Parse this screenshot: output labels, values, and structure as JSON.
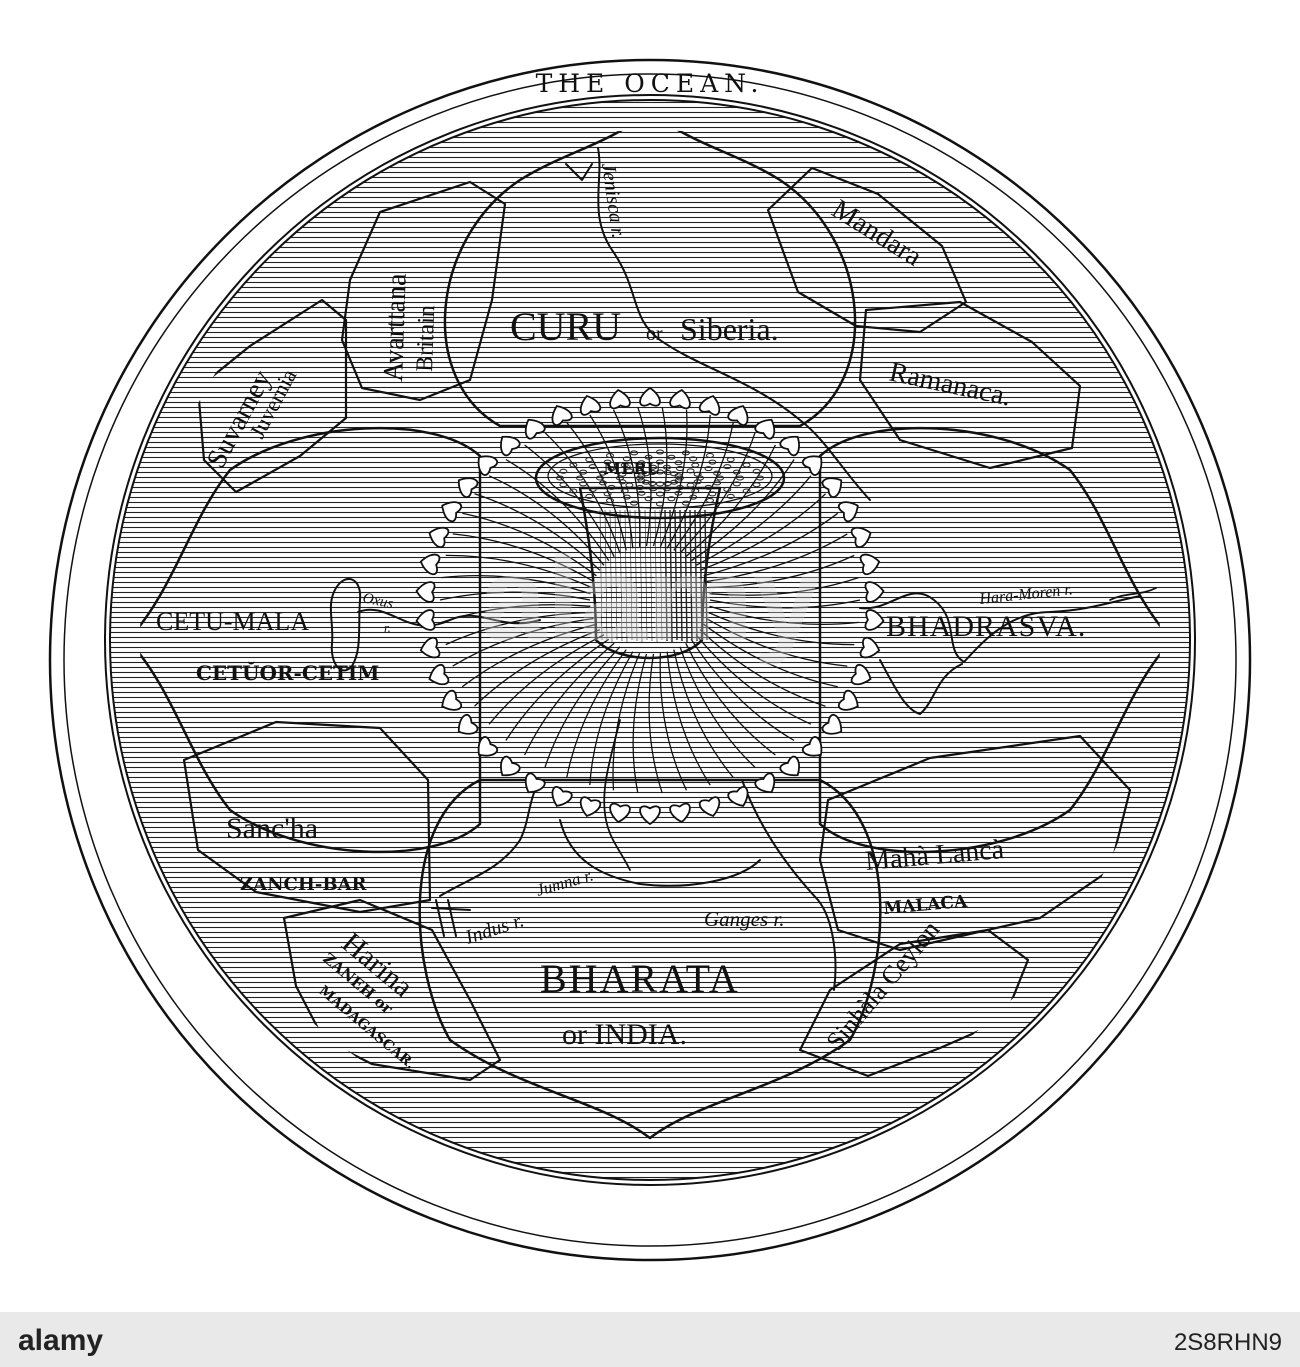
{
  "map": {
    "ocean_label": "THE OCEAN.",
    "center_label": "MERU",
    "regions": {
      "north": {
        "name": "CURU",
        "connector": "or",
        "alt": "Siberia."
      },
      "east": {
        "name": "BHADRASVA."
      },
      "south": {
        "name": "BHARATA",
        "alt": "or INDIA."
      },
      "west": {
        "name": "CETU-MALA",
        "alt": "CETŬOR-CETIM"
      }
    },
    "islands": {
      "avarttana": {
        "name": "Avarttana",
        "alt": "Britain"
      },
      "suvarney": {
        "name": "Suvarney",
        "alt": "Juvernia"
      },
      "mandara": {
        "name": "Mandara"
      },
      "ramanaca": {
        "name": "Ramanaca."
      },
      "sancha": {
        "name": "Sanc'ha",
        "alt": "ZANCH-BAR"
      },
      "maha_lanca": {
        "name": "Mahà Lancà",
        "alt": "MALACA"
      },
      "harina": {
        "name": "Harina",
        "alt1": "ZANEH or",
        "alt2": "MADAGASCAR."
      },
      "sinhala": {
        "name": "Sinhàla Ceylon"
      }
    },
    "rivers": {
      "jenisca": "Jenisca r.",
      "oxus": "Oxus",
      "oxus_r": "r.",
      "hara_moren": "Hara-Moren r.",
      "indus": "Indus r.",
      "jumna": "Jumna r.",
      "ganges": "Ganges r."
    }
  },
  "watermark": {
    "text": "alamy",
    "id": "2S8RHN9"
  },
  "colors": {
    "ink": "#111111",
    "paper": "#ffffff",
    "footer": "#e9e9e9"
  }
}
